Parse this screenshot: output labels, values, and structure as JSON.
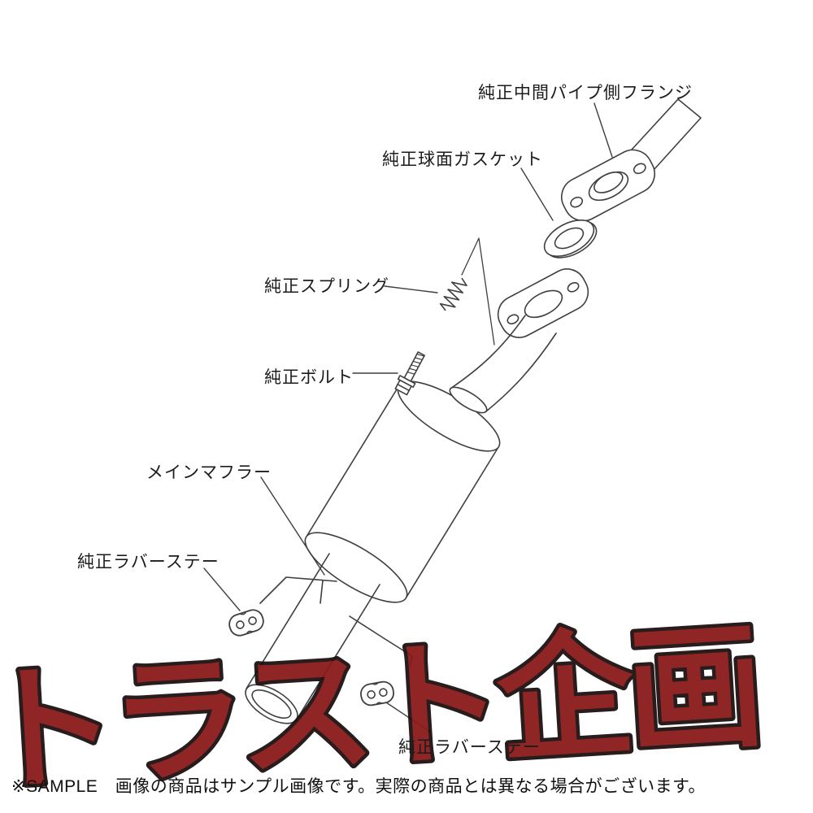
{
  "diagram": {
    "parts": [
      {
        "name": "oem-mid-pipe-flange",
        "label": "純正中間パイプ側フランジ"
      },
      {
        "name": "oem-spherical-gasket",
        "label": "純正球面ガスケット"
      },
      {
        "name": "oem-spring",
        "label": "純正スプリング"
      },
      {
        "name": "oem-bolt",
        "label": "純正ボルト"
      },
      {
        "name": "main-muffler",
        "label": "メインマフラー"
      },
      {
        "name": "oem-rubber-stay-left",
        "label": "純正ラバーステー"
      },
      {
        "name": "oem-rubber-stay-right",
        "label": "純正ラバーステー"
      }
    ]
  },
  "watermark": {
    "text": "トラスト企画"
  },
  "footer": {
    "notice": "※SAMPLE　画像の商品はサンプル画像です。実際の商品とは異なる場合がございます。"
  },
  "colors": {
    "line": "#3f3f3f",
    "label_text": "#1c1c1c",
    "watermark_fill": "#8a1818",
    "watermark_outline": "#1b0e0e"
  }
}
